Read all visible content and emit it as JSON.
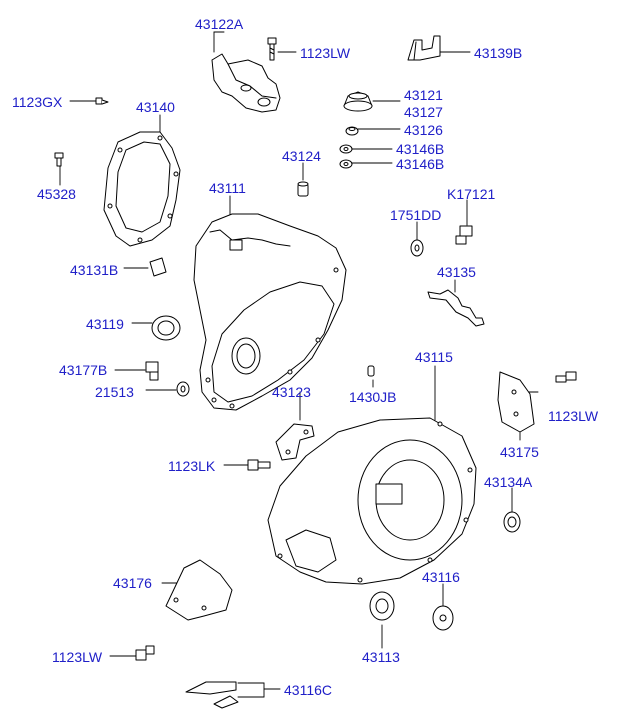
{
  "colors": {
    "label": "#2020c8",
    "line": "#000000",
    "part_fill": "#ffffff",
    "background": "#ffffff"
  },
  "parts": {
    "p43122A": "43122A",
    "p1123LW_top": "1123LW",
    "p43139B": "43139B",
    "p1123GX": "1123GX",
    "p43140": "43140",
    "p43121": "43121",
    "p43127": "43127",
    "p43126": "43126",
    "p45328": "45328",
    "p43124": "43124",
    "p43146B_a": "43146B",
    "p43146B_b": "43146B",
    "p43111": "43111",
    "pK17121": "K17121",
    "p1751DD": "1751DD",
    "p43131B": "43131B",
    "p43135": "43135",
    "p43119": "43119",
    "p43177B": "43177B",
    "p21513": "21513",
    "p43123": "43123",
    "p1430JB": "1430JB",
    "p43115": "43115",
    "p1123LW_right": "1123LW",
    "p43175": "43175",
    "p1123LK": "1123LK",
    "p43134A": "43134A",
    "p43116": "43116",
    "p43176": "43176",
    "p43113": "43113",
    "p1123LW_bottom": "1123LW",
    "p43116C": "43116C"
  }
}
